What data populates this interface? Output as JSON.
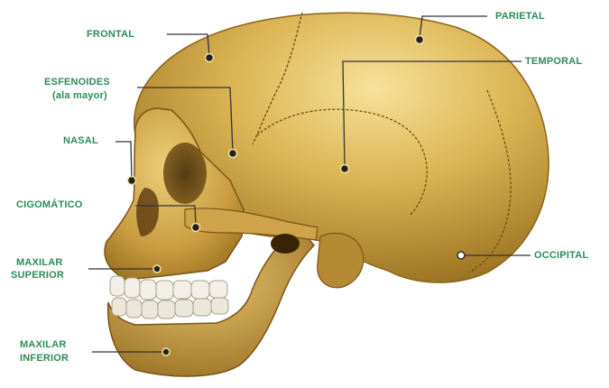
{
  "colors": {
    "label": "#2e8b57",
    "leader": "#333333",
    "bone_base": "#d4aa4c",
    "bone_light": "#f3dc8a",
    "bone_dark": "#8a6418",
    "teeth": "#f1efe6",
    "background": "#ffffff"
  },
  "labels": {
    "frontal": "FRONTAL",
    "parietal": "PARIETAL",
    "esfenoides": "ESFENOIDES",
    "esfenoides_sub": "(ala mayor)",
    "temporal": "TEMPORAL",
    "nasal": "NASAL",
    "cigomatico": "CIGOMÁTICO",
    "maxilar_superior_1": "MAXILAR",
    "maxilar_superior_2": "SUPERIOR",
    "occipital": "OCCIPITAL",
    "maxilar_inferior_1": "MAXILAR",
    "maxilar_inferior_2": "INFERIOR"
  }
}
